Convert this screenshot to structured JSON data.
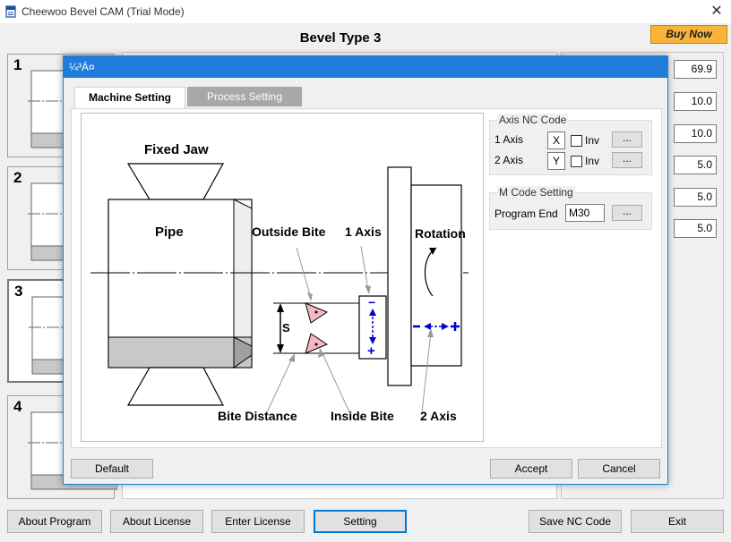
{
  "window": {
    "title": "Cheewoo Bevel CAM (Trial Mode)",
    "close_glyph": "✕"
  },
  "header": {
    "title": "Bevel Type 3",
    "buy_now": "Buy Now"
  },
  "thumbnails": [
    {
      "num": "1",
      "selected": false
    },
    {
      "num": "2",
      "selected": false
    },
    {
      "num": "3",
      "selected": true
    },
    {
      "num": "4",
      "selected": false
    }
  ],
  "values": [
    "69.9",
    "10.0",
    "10.0",
    "5.0",
    "5.0",
    "5.0"
  ],
  "bottom_buttons": {
    "about_program": "About Program",
    "about_license": "About License",
    "enter_license": "Enter License",
    "setting": "Setting",
    "save_nc": "Save NC Code",
    "exit": "Exit"
  },
  "dialog": {
    "title": "¼³Á¤",
    "tabs": {
      "machine": "Machine Setting",
      "process": "Process Setting"
    },
    "diagram": {
      "fixed_jaw": "Fixed Jaw",
      "pipe": "Pipe",
      "outside_bite": "Outside Bite",
      "one_axis": "1 Axis",
      "rotation": "Rotation",
      "s": "S",
      "bite_distance": "Bite Distance",
      "inside_bite": "Inside Bite",
      "two_axis": "2 Axis"
    },
    "axis_group": {
      "title": "Axis NC Code",
      "axis1_label": "1 Axis",
      "axis1_value": "X",
      "axis2_label": "2 Axis",
      "axis2_value": "Y",
      "inv": "Inv",
      "dots": "..."
    },
    "mcode_group": {
      "title": "M Code Setting",
      "program_end_label": "Program End",
      "program_end_value": "M30",
      "dots": "..."
    },
    "buttons": {
      "default": "Default",
      "accept": "Accept",
      "cancel": "Cancel"
    }
  },
  "colors": {
    "accent": "#1f7cd8",
    "buy_now": "#f8b43a",
    "axis_blue": "#0000cc",
    "tool_pink": "#f4b8c0"
  }
}
